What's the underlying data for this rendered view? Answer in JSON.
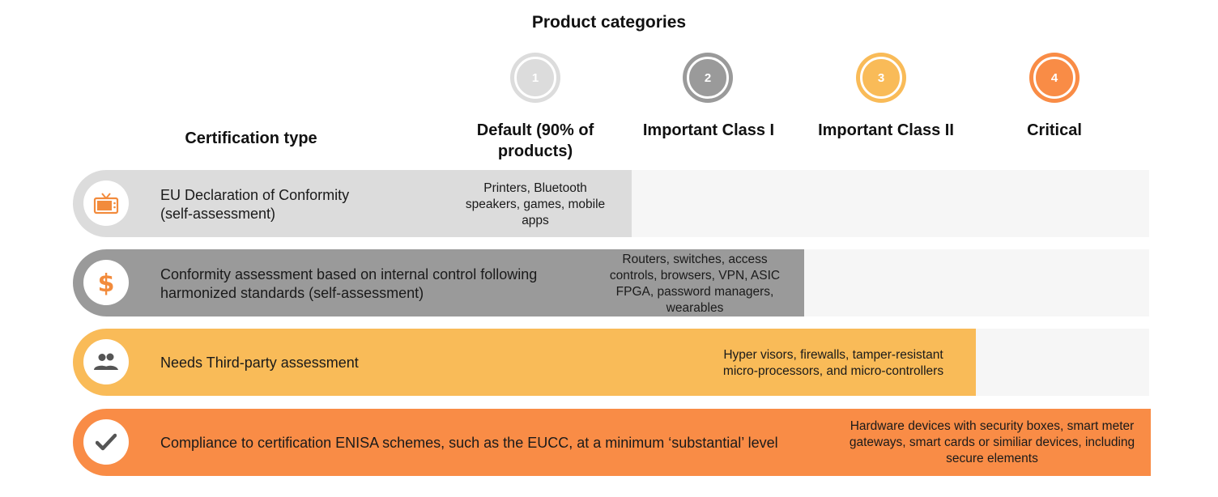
{
  "title": "Product categories",
  "certification_header": "Certification type",
  "categories": [
    {
      "number": "1",
      "label": "Default (90% of products)",
      "color": "#dcdcdc"
    },
    {
      "number": "2",
      "label": "Important Class I",
      "color": "#9a9a9a"
    },
    {
      "number": "3",
      "label": "Important Class II",
      "color": "#f9bb58"
    },
    {
      "number": "4",
      "label": "Critical",
      "color": "#f98c46"
    }
  ],
  "rows": [
    {
      "icon": "tv-icon",
      "label_line1": "EU Declaration of Conformity",
      "label_line2": "(self-assessment)",
      "examples": "Printers, Bluetooth speakers, games, mobile apps",
      "color": "#dcdcdc",
      "icon_color": "#f28b3c"
    },
    {
      "icon": "dollar-icon",
      "label_line1": "Conformity assessment based on internal control following",
      "label_line2": "harmonized standards (self-assessment)",
      "examples": "Routers, switches, access controls, browsers, VPN, ASIC FPGA, password managers, wearables",
      "color": "#9a9a9a",
      "icon_color": "#f28b3c"
    },
    {
      "icon": "people-icon",
      "label_line1": "Needs Third-party assessment",
      "label_line2": "",
      "examples": "Hyper visors, firewalls, tamper-resistant micro-processors, and micro-controllers",
      "color": "#f9bb58",
      "icon_color": "#555555"
    },
    {
      "icon": "checkmark-icon",
      "label_line1": "Compliance to certification ENISA schemes, such as the EUCC, at a minimum ‘substantial’ level",
      "label_line2": "",
      "examples": "Hardware devices with security boxes, smart meter gateways, smart cards or similiar devices, including secure elements",
      "color": "#f98c46",
      "icon_color": "#555555"
    }
  ]
}
